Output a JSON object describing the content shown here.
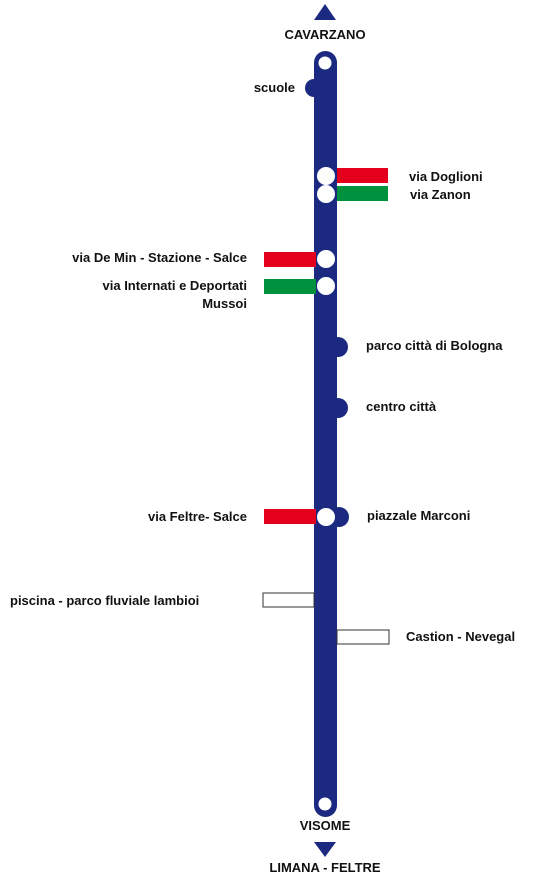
{
  "colors": {
    "line": "#1b2a80",
    "red": "#e4001c",
    "green": "#00913f",
    "white": "#ffffff",
    "text": "#111111",
    "box_border": "#333333"
  },
  "termini": {
    "north": "CAVARZANO",
    "south_stop": "VISOME",
    "south_direction": "LIMANA - FELTRE"
  },
  "stops": {
    "scuole": "scuole",
    "via_doglioni": "via Doglioni",
    "via_zanon": "via Zanon",
    "de_min": "via De Min - Stazione - Salce",
    "internati_1": "via Internati e Deportati",
    "internati_2": "Mussoi",
    "parco_bologna": "parco città di Bologna",
    "centro": "centro città",
    "feltre_salce": "via Feltre- Salce",
    "piazzale_marconi": "piazzale Marconi",
    "piscina": "piscina - parco fluviale lambioi",
    "castion": "Castion - Nevegal"
  },
  "icons": {
    "north_arrow": "arrow-up-icon",
    "south_arrow": "arrow-down-icon"
  }
}
